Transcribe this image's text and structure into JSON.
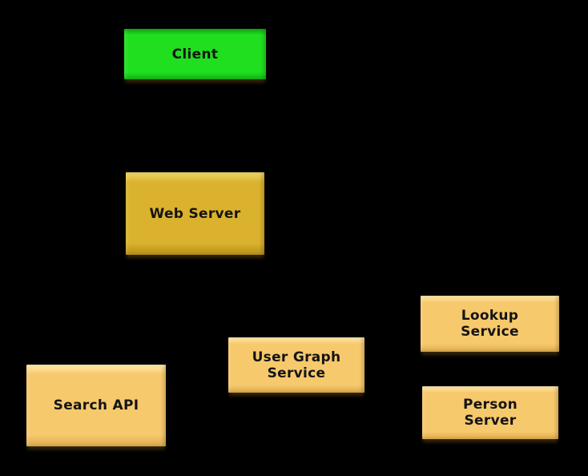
{
  "diagram": {
    "background_color": "#000000",
    "label_color": "#141414",
    "nodes": [
      {
        "id": "client",
        "label": "Client",
        "fill": "#1FDF1F",
        "fill_highlight": "#0FA50F",
        "fill_dark": "#12B112"
      },
      {
        "id": "web-server",
        "label": "Web Server",
        "fill": "#DBB22D",
        "fill_highlight": "#F0D768",
        "fill_dark": "#B68F18"
      },
      {
        "id": "search-api",
        "label": "Search API",
        "fill": "#F7C96D",
        "fill_highlight": "#FFEBAE",
        "fill_dark": "#DCA94A"
      },
      {
        "id": "user-graph-service",
        "label": "User Graph\nService",
        "fill": "#F7C96D",
        "fill_highlight": "#FFEBAE",
        "fill_dark": "#DCA94A"
      },
      {
        "id": "lookup-service",
        "label": "Lookup\nService",
        "fill": "#F7C96D",
        "fill_highlight": "#FFEBAE",
        "fill_dark": "#DCA94A"
      },
      {
        "id": "person-server",
        "label": "Person\nServer",
        "fill": "#F7C96D",
        "fill_highlight": "#FFEBAE",
        "fill_dark": "#DCA94A"
      }
    ]
  }
}
